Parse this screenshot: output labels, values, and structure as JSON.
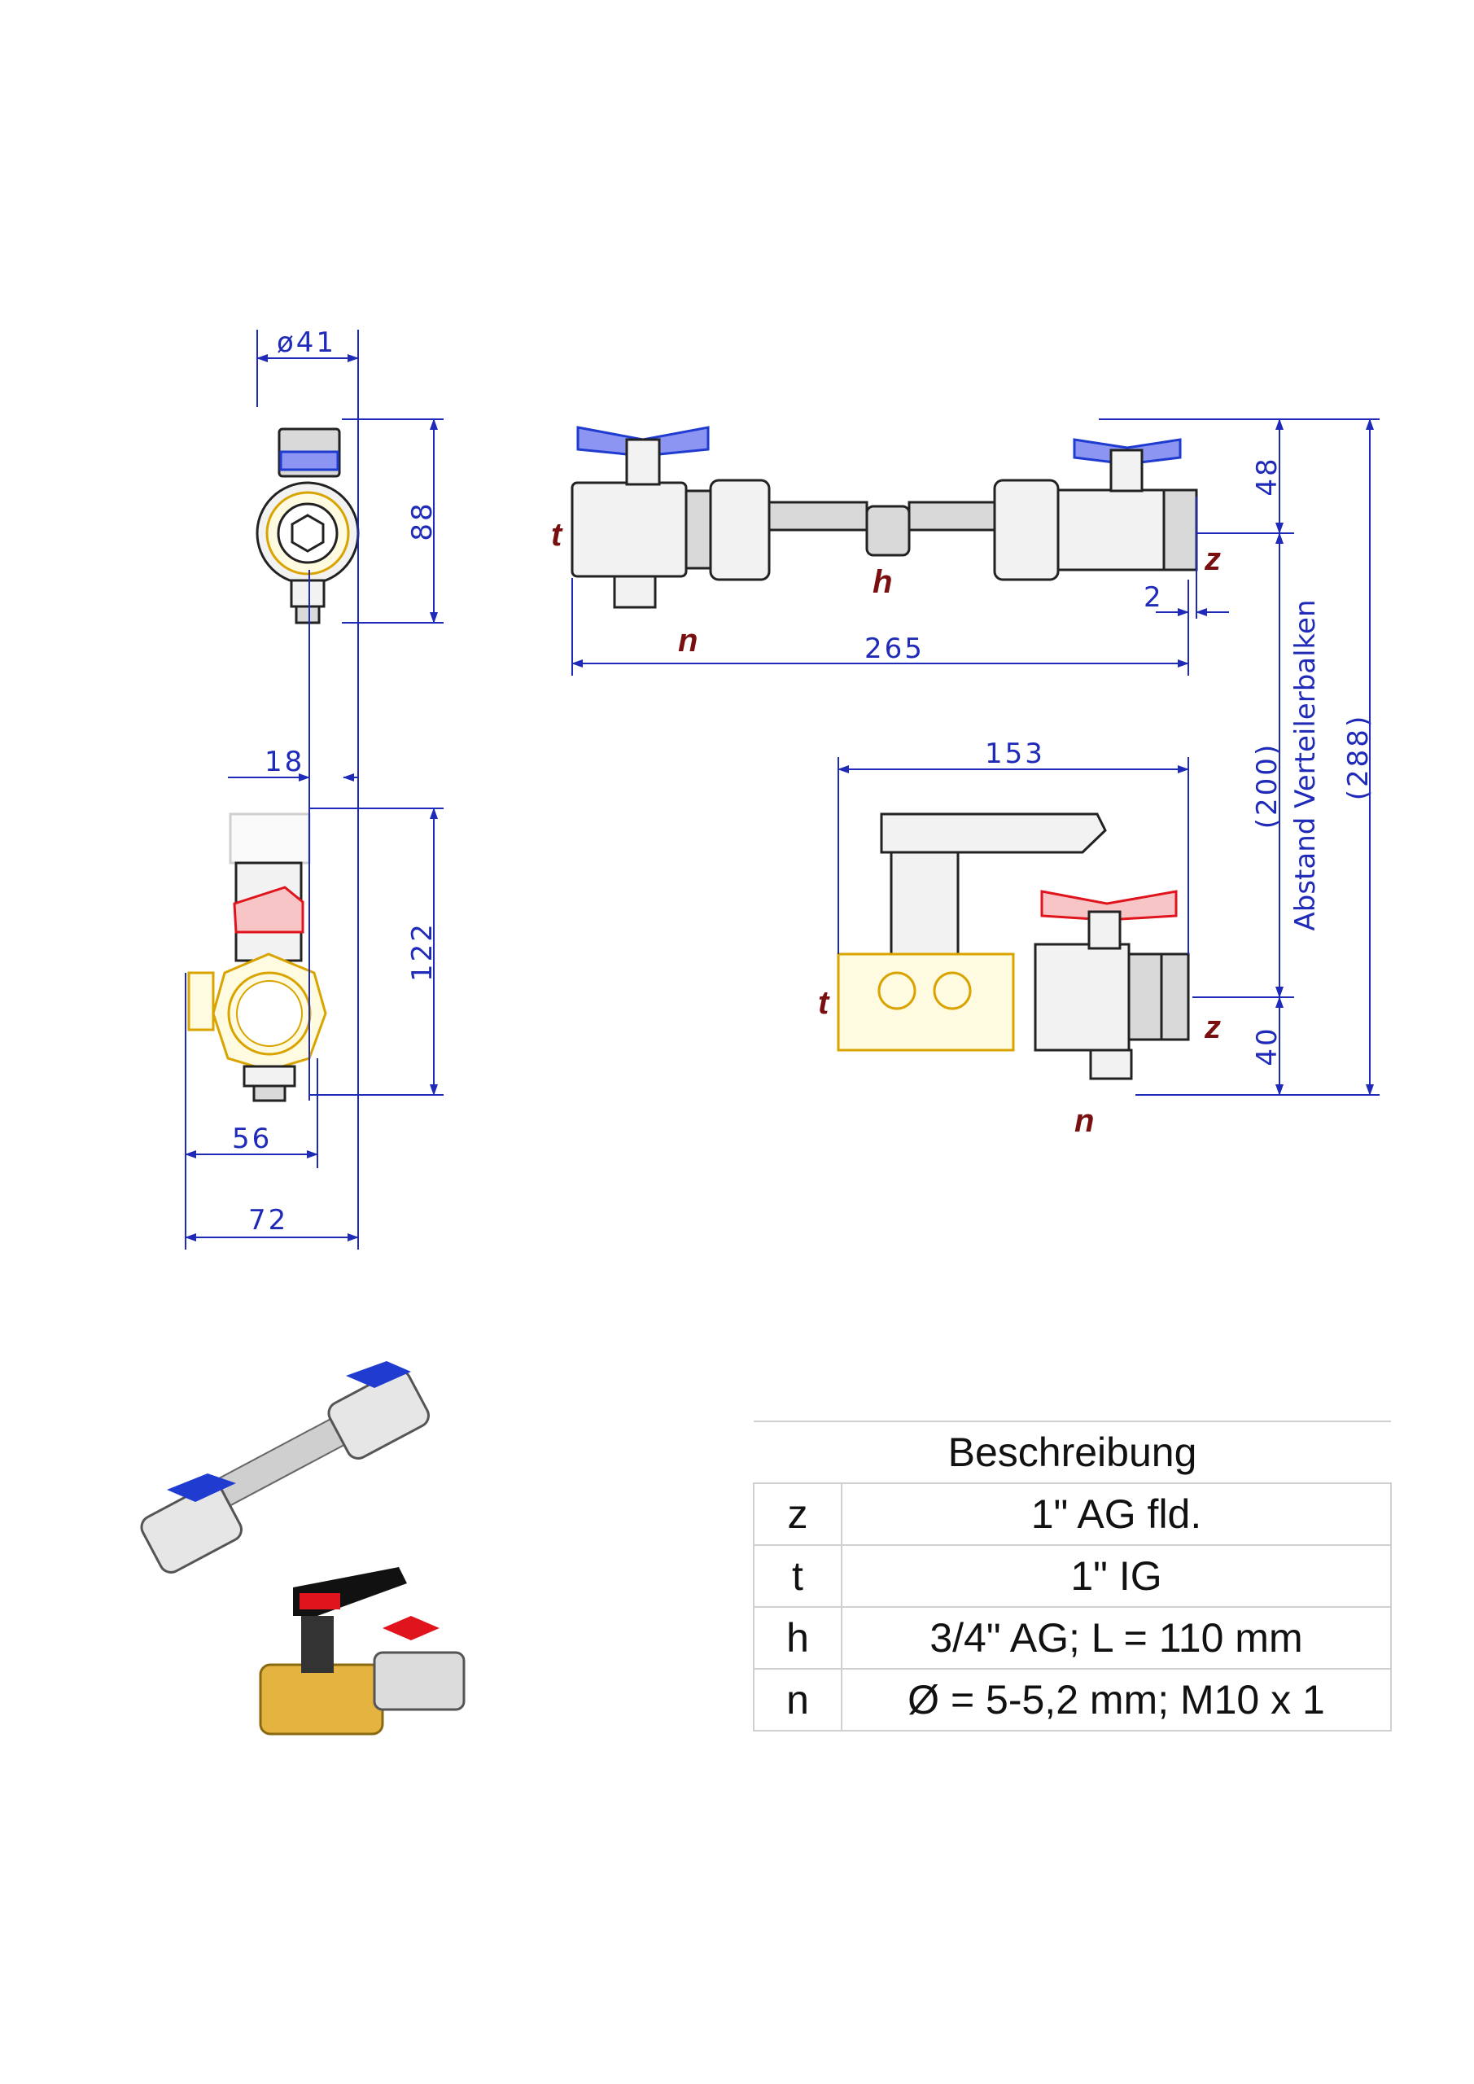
{
  "dimensions": {
    "diameter": "ø41",
    "height_88": "88",
    "offset_18": "18",
    "height_122": "122",
    "width_56": "56",
    "width_72": "72",
    "length_265": "265",
    "offset_2": "2",
    "height_48": "48",
    "length_153": "153",
    "paren_200": "(200)",
    "paren_288": "(288)",
    "height_40": "40",
    "vertical_label": "Abstand Verteilerbalken"
  },
  "labels": {
    "t": "t",
    "h": "h",
    "n": "n",
    "z": "z"
  },
  "description_table": {
    "title": "Beschreibung",
    "rows": [
      {
        "key": "z",
        "value": "1\" AG fld."
      },
      {
        "key": "t",
        "value": "1\" IG"
      },
      {
        "key": "h",
        "value": "3/4\" AG; L = 110 mm"
      },
      {
        "key": "n",
        "value": "Ø = 5-5,2 mm; M10 x 1"
      }
    ]
  },
  "colors": {
    "dimension": "#1f2bb8",
    "label": "#7a0f10",
    "handle_blue": "#1f3bd0",
    "handle_red": "#e0141c",
    "brass": "#d9a400"
  }
}
